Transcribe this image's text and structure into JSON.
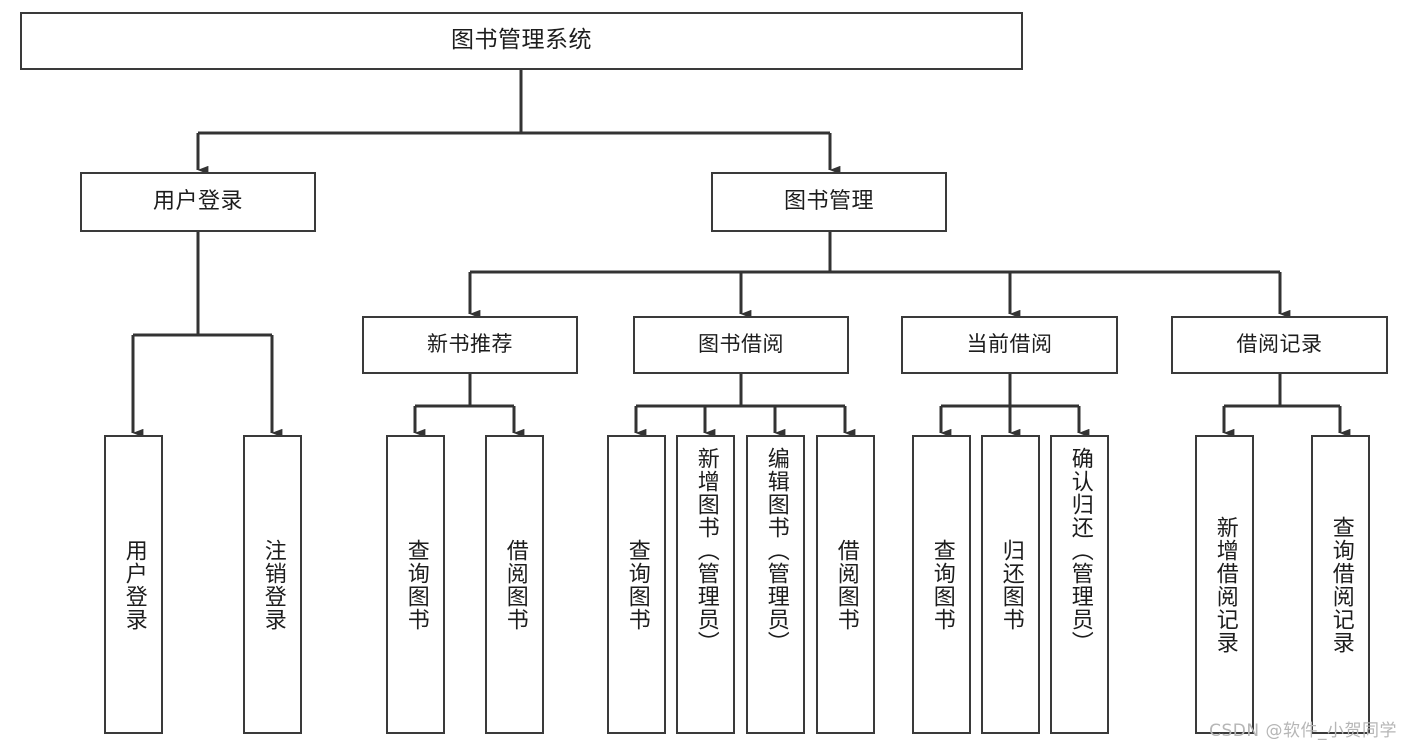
{
  "diagram": {
    "title": "图书管理系统",
    "type": "tree-hierarchy-chart",
    "orientation": "top-down",
    "line_color": "#3a3a3a",
    "box_fill": "#ffffff",
    "text_color": "#1d1d1d"
  },
  "root": {
    "label": "图书管理系统"
  },
  "level1": [
    {
      "label": "用户登录"
    },
    {
      "label": "图书管理"
    }
  ],
  "level2": [
    {
      "label": "新书推荐"
    },
    {
      "label": "图书借阅"
    },
    {
      "label": "当前借阅"
    },
    {
      "label": "借阅记录"
    }
  ],
  "leaves": {
    "user_login": [
      {
        "label": "用户登录"
      },
      {
        "label": "注销登录"
      }
    ],
    "new_book_recommend": [
      {
        "label": "查询图书"
      },
      {
        "label": "借阅图书"
      }
    ],
    "book_borrow": [
      {
        "label": "查询图书"
      },
      {
        "label": "新增图书（管理员）"
      },
      {
        "label": "编辑图书（管理员）"
      },
      {
        "label": "借阅图书"
      }
    ],
    "current_borrow": [
      {
        "label": "查询图书"
      },
      {
        "label": "归还图书"
      },
      {
        "label": "确认归还（管理员）"
      }
    ],
    "borrow_record": [
      {
        "label": "新增借阅记录"
      },
      {
        "label": "查询借阅记录"
      }
    ]
  },
  "watermark": {
    "text": "CSDN @软件_小贺同学",
    "color": "#b6b6b6"
  }
}
